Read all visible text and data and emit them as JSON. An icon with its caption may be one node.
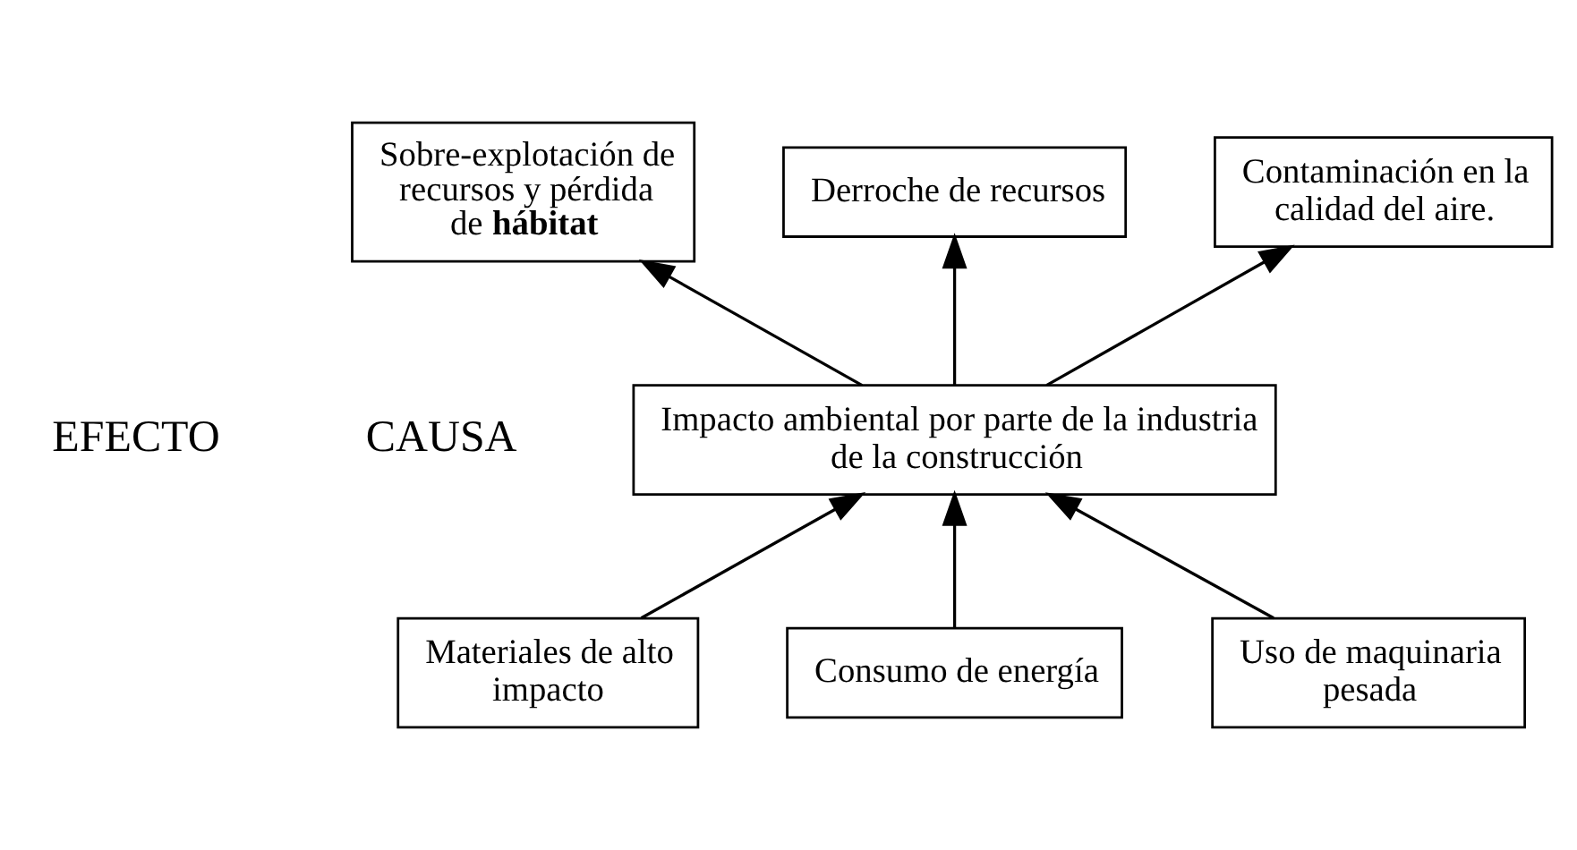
{
  "diagram": {
    "nodes": [
      {
        "text": [
          "Sobre-explotación de recursos y pérdida de **hábitat**"
        ]
      },
      {
        "text": [
          "Derroche de recursos"
        ]
      },
      {
        "text": [
          "Contaminación en la calidad del aire."
        ]
      },
      {
        "text": [
          "Impacto ambiental por parte de la industria de la construcción"
        ]
      },
      {
        "text": [
          "Materiales de alto impacto"
        ]
      },
      {
        "text": [
          "Consumo de energía"
        ]
      },
      {
        "text": [
          "Uso de maquinaria pesada"
        ]
      }
    ],
    "edges": [
      {
        "from": 3,
        "to": 0,
        "arrow": "to"
      },
      {
        "from": 3,
        "to": 1,
        "arrow": "to"
      },
      {
        "from": 3,
        "to": 2,
        "arrow": "to"
      },
      {
        "from": 4,
        "to": 3,
        "arrow": "to"
      },
      {
        "from": 5,
        "to": 3,
        "arrow": "to"
      },
      {
        "from": 6,
        "to": 3,
        "arrow": "to"
      }
    ],
    "labels": [
      "EFECTO",
      "CAUSA"
    ]
  }
}
